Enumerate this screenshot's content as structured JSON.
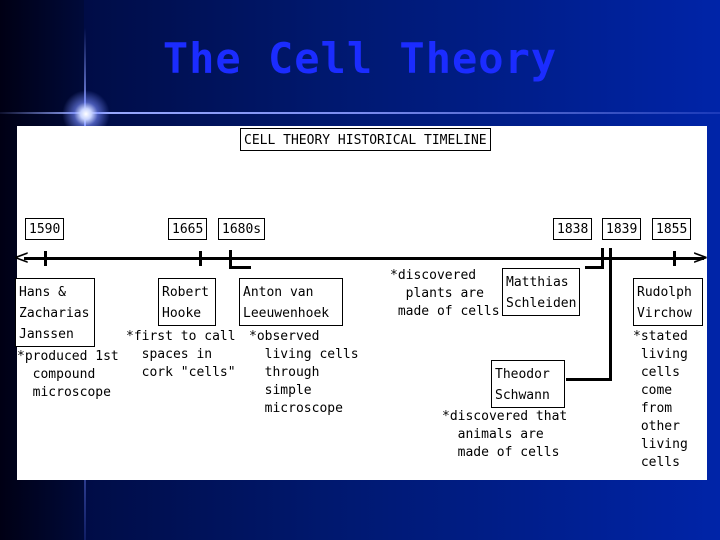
{
  "slide": {
    "title": "The Cell Theory"
  },
  "timeline": {
    "header": "CELL THEORY HISTORICAL TIMELINE",
    "years": [
      "1590",
      "1665",
      "1680s",
      "1838",
      "1839",
      "1855"
    ],
    "events": [
      {
        "person": "Hans &\nZacharias\nJanssen",
        "note": "*produced 1st\n  compound\n  microscope"
      },
      {
        "person": "Robert\nHooke",
        "note": "*first to call\n  spaces in\n  cork \"cells\""
      },
      {
        "person": "Anton van\nLeeuwenhoek",
        "note": "*observed\n  living cells\n  through\n  simple\n  microscope"
      },
      {
        "person": "Matthias\nSchleiden",
        "note": "*discovered\n  plants are\n made of cells"
      },
      {
        "person": "Theodor\nSchwann",
        "note": "*discovered that\n  animals are\n  made of cells"
      },
      {
        "person": "Rudolph\nVirchow",
        "note": "*stated\n living\n cells\n come\n from\n other\n living\n cells"
      }
    ]
  }
}
